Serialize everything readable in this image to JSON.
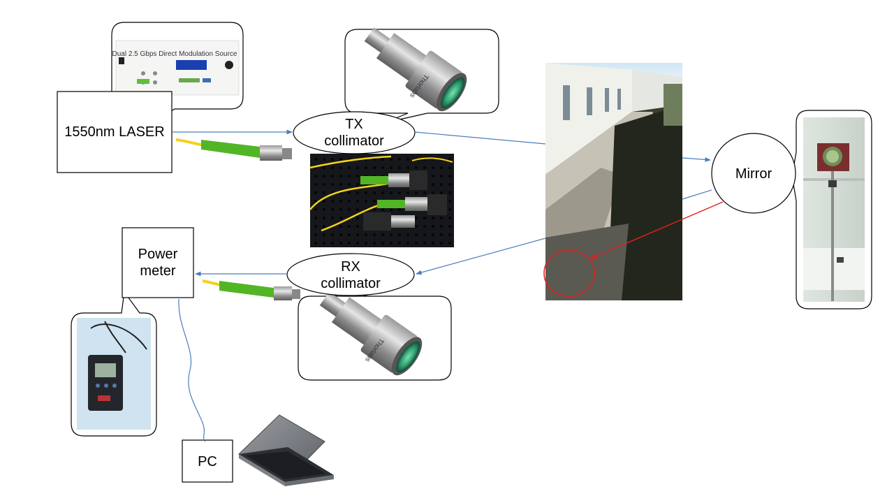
{
  "labels": {
    "laser": "1550nm LASER",
    "tx_collimator": "TX\ncollimator",
    "rx_collimator": "RX\ncollimator",
    "mirror": "Mirror",
    "power_meter": "Power\nmeter",
    "pc": "PC"
  },
  "device_text": {
    "modulation_source": "Dual 2.5 Gbps Direct Modulation Source",
    "collimator_engraving": "Thorlabs"
  },
  "colors": {
    "beam_arrow": "#4a7ebb",
    "pointer_arrow": "#e02020",
    "fiber_yellow": "#f3d21a",
    "connector_green": "#52b526"
  }
}
